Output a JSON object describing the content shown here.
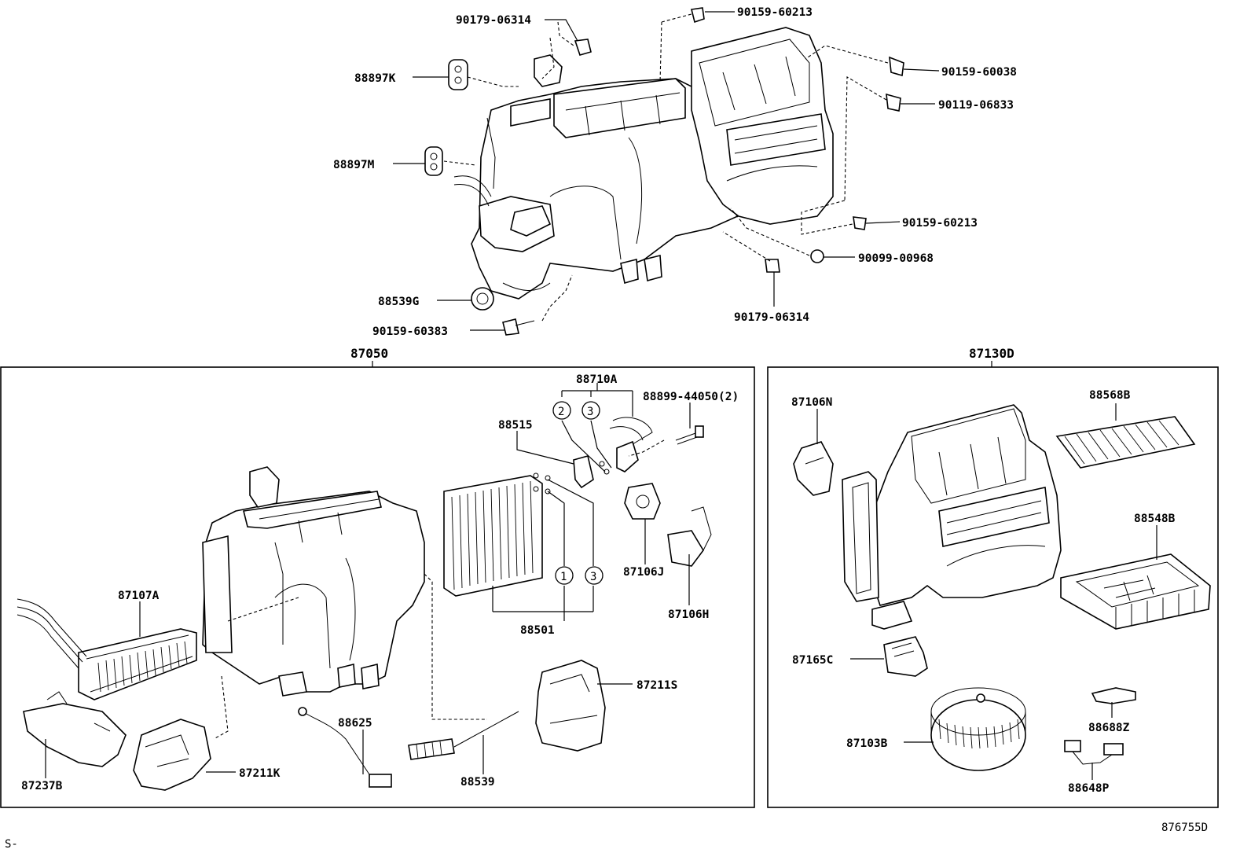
{
  "diagram": {
    "top_labels": {
      "p1": "90179-06314",
      "p2": "90159-60213",
      "p3": "88897K",
      "p4": "90159-60038",
      "p5": "90119-06833",
      "p6": "88897M",
      "p7": "90159-60213",
      "p8": "90099-00968",
      "p9": "88539G",
      "p10": "90159-60383",
      "p11": "90179-06314"
    },
    "left_box": {
      "header": "87050",
      "labels": {
        "a": "88710A",
        "b": "88899-44050(2)",
        "c": "88515",
        "d": "87107A",
        "e": "87106J",
        "f": "88501",
        "g": "87106H",
        "h": "87211S",
        "i": "88625",
        "j": "87237B",
        "k": "87211K",
        "l": "88539"
      },
      "circles": {
        "c1": "2",
        "c2": "3",
        "c3": "1",
        "c4": "3"
      }
    },
    "right_box": {
      "header": "87130D",
      "labels": {
        "a": "87106N",
        "b": "88568B",
        "c": "88548B",
        "d": "87165C",
        "e": "88688Z",
        "f": "87103B",
        "g": "88648P"
      }
    },
    "footer": {
      "code": "876755D",
      "mark": "S-"
    }
  }
}
